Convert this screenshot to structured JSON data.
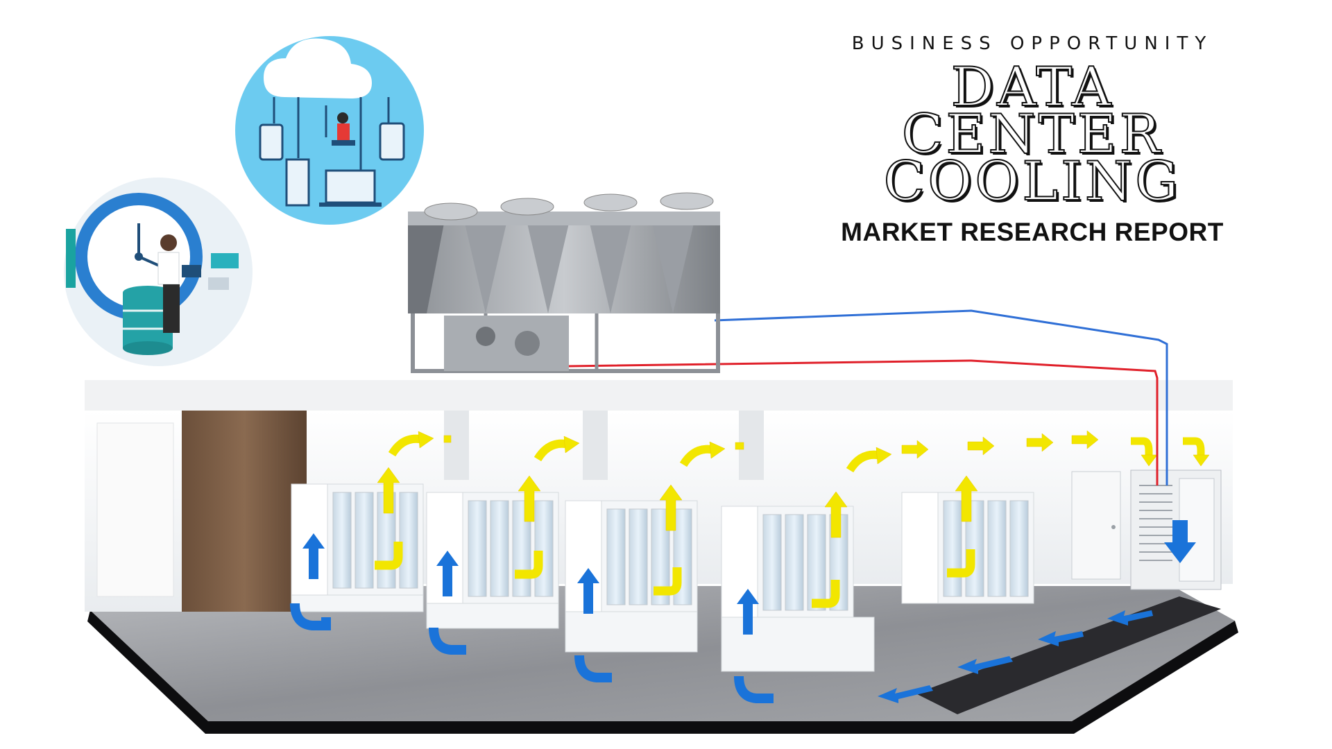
{
  "header": {
    "kicker": "BUSINESS OPPORTUNITY",
    "title_line1": "DATA CENTER",
    "title_line2": "COOLING",
    "subtitle": "MARKET RESEARCH REPORT"
  },
  "colors": {
    "cool_air": "#1a73d9",
    "warm_air": "#f2e600",
    "supply_pipe": "#2f6fd6",
    "return_pipe": "#e0202a",
    "cloud_circle": "#6ccbf0",
    "server_cabinet": "#f4f6f8",
    "floor": "#8a8c90"
  },
  "icons": {
    "chiller_unit": "rooftop-chiller-icon",
    "cloud_network": "cloud-network-icon",
    "database_clock": "database-clock-icon",
    "crac_unit": "crac-unit-icon"
  }
}
